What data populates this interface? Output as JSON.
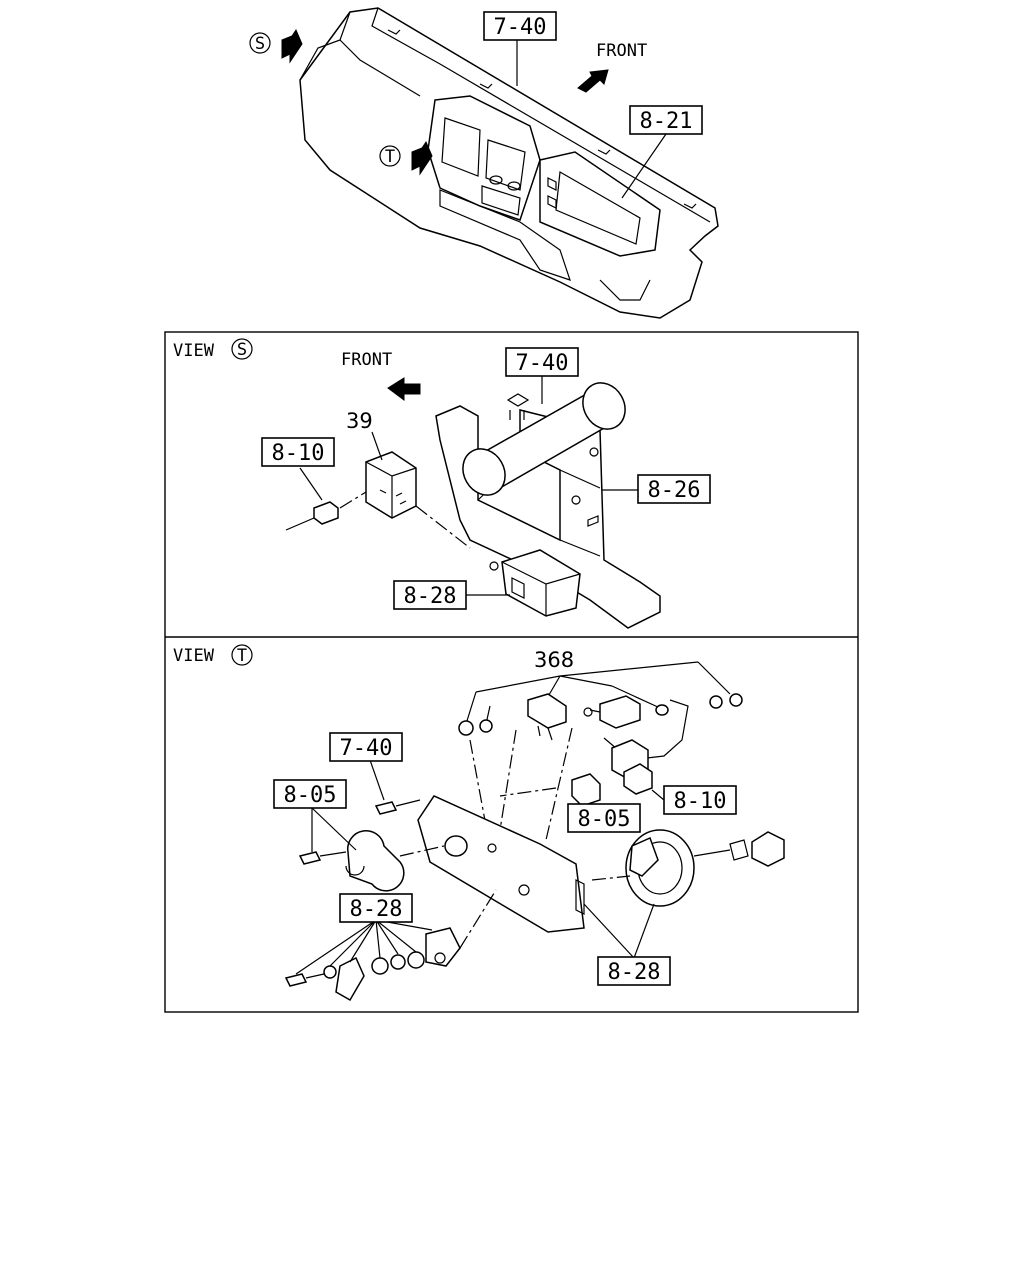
{
  "top_view": {
    "view_marker_s": "S",
    "view_marker_t": "T",
    "front_label": "FRONT",
    "callouts": [
      "7-40",
      "8-21"
    ]
  },
  "view_s": {
    "view_prefix": "VIEW",
    "view_letter": "S",
    "front_label": "FRONT",
    "part_number": "39",
    "callouts": [
      "7-40",
      "8-10",
      "8-26",
      "8-28"
    ]
  },
  "view_t": {
    "view_prefix": "VIEW",
    "view_letter": "T",
    "part_number": "368",
    "callouts": [
      "7-40",
      "8-05",
      "8-10",
      "8-05",
      "8-28",
      "8-28"
    ]
  }
}
